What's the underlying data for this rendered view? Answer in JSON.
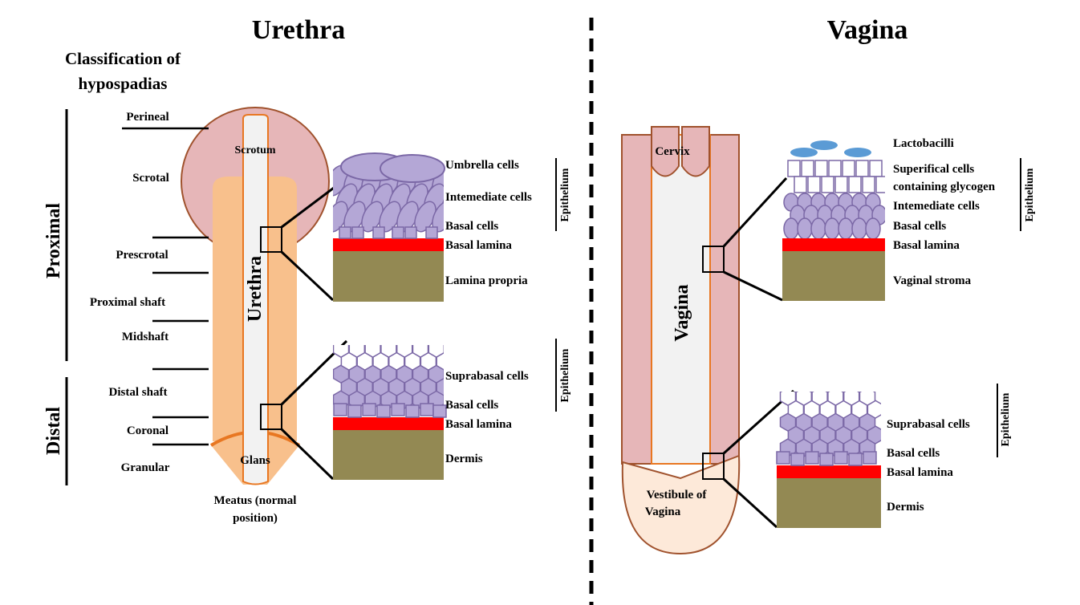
{
  "titles": {
    "left": "Urethra",
    "right": "Vagina"
  },
  "classification": {
    "heading_line1": "Classification of",
    "heading_line2": "hypospadias",
    "groups": [
      "Proximal",
      "Distal"
    ],
    "levels": [
      "Perineal",
      "Scrotal",
      "Prescrotal",
      "Proximal shaft",
      "Midshaft",
      "Distal shaft",
      "Coronal",
      "Granular"
    ]
  },
  "urethra_anatomy": {
    "scrotum": "Scrotum",
    "urethra": "Urethra",
    "glans": "Glans",
    "meatus_line1": "Meatus (normal",
    "meatus_line2": "position)"
  },
  "urethra_upper_tissue": {
    "labels": [
      "Umbrella cells",
      "Intemediate cells",
      "Basal cells",
      "Basal lamina",
      "Lamina propria"
    ],
    "bracket": "Epithelium"
  },
  "urethra_lower_tissue": {
    "labels": [
      "Suprabasal cells",
      "Basal cells",
      "Basal lamina",
      "Dermis"
    ],
    "bracket": "Epithelium"
  },
  "vagina_anatomy": {
    "cervix": "Cervix",
    "vagina": "Vagina",
    "vestibule_line1": "Vestibule of",
    "vestibule_line2": "Vagina"
  },
  "vagina_upper_tissue": {
    "labels": [
      "Lactobacilli",
      "Superifical cells",
      "containing glycogen",
      "Intemediate cells",
      "Basal cells",
      "Basal lamina",
      "Vaginal stroma"
    ],
    "bracket": "Epithelium"
  },
  "vagina_lower_tissue": {
    "labels": [
      "Suprabasal cells",
      "Basal cells",
      "Basal lamina",
      "Dermis"
    ],
    "bracket": "Epithelium"
  },
  "colors": {
    "skin_orange": "#f8c08c",
    "scrotum_pink": "#e6b6b8",
    "outline_brown": "#a0522d",
    "urethra_orange": "#e87722",
    "cell_purple": "#b4a7d6",
    "cell_outline": "#7b68a6",
    "lamina_red": "#ff0000",
    "stroma_olive": "#938953",
    "lacto_blue": "#5b9bd5",
    "vestibule_peach": "#fde9d9"
  }
}
